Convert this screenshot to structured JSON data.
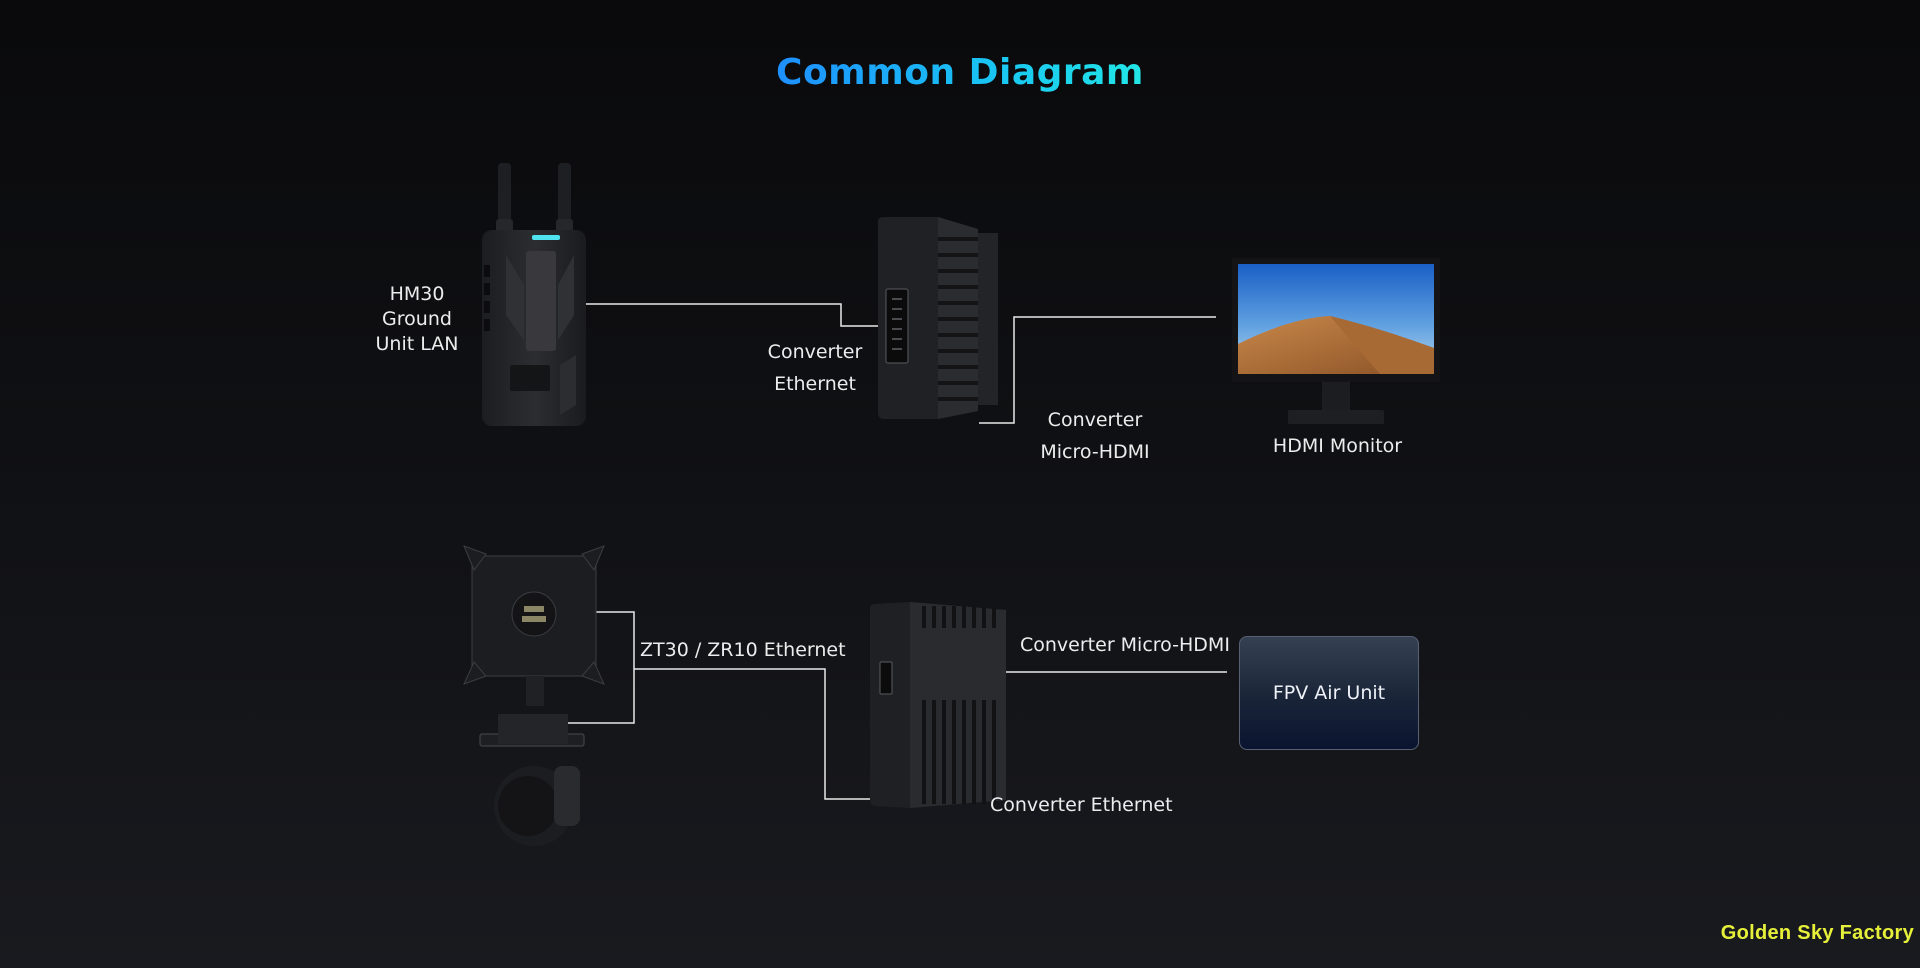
{
  "title": "Common Diagram",
  "colors": {
    "title_gradient_start": "#1e8fff",
    "title_gradient_end": "#22e6e6",
    "watermark": "#e6f03a",
    "connector_line": "#e8e8e8"
  },
  "top_row": {
    "hm30_label": [
      "HM30",
      "Ground",
      "Unit LAN"
    ],
    "converter_ethernet_label": [
      "Converter",
      "Ethernet"
    ],
    "converter_micro_hdmi_label": [
      "Converter",
      "Micro-HDMI"
    ],
    "monitor_label": "HDMI Monitor"
  },
  "bottom_row": {
    "gimbal_label": "ZT30 / ZR10 Ethernet",
    "converter_micro_hdmi_label": "Converter Micro-HDMI",
    "converter_ethernet_label": "Converter Ethernet",
    "fpv_label": "FPV Air Unit"
  },
  "devices": [
    {
      "name": "HM30 Ground Unit",
      "icon": "ground-unit-image"
    },
    {
      "name": "Converter (top)",
      "icon": "converter-image"
    },
    {
      "name": "HDMI Monitor",
      "icon": "monitor-image"
    },
    {
      "name": "ZT30 / ZR10 Gimbal Camera",
      "icon": "gimbal-camera-image"
    },
    {
      "name": "Converter (bottom)",
      "icon": "converter-image"
    },
    {
      "name": "FPV Air Unit",
      "icon": "fpv-box"
    }
  ],
  "watermark": "Golden Sky Factory"
}
